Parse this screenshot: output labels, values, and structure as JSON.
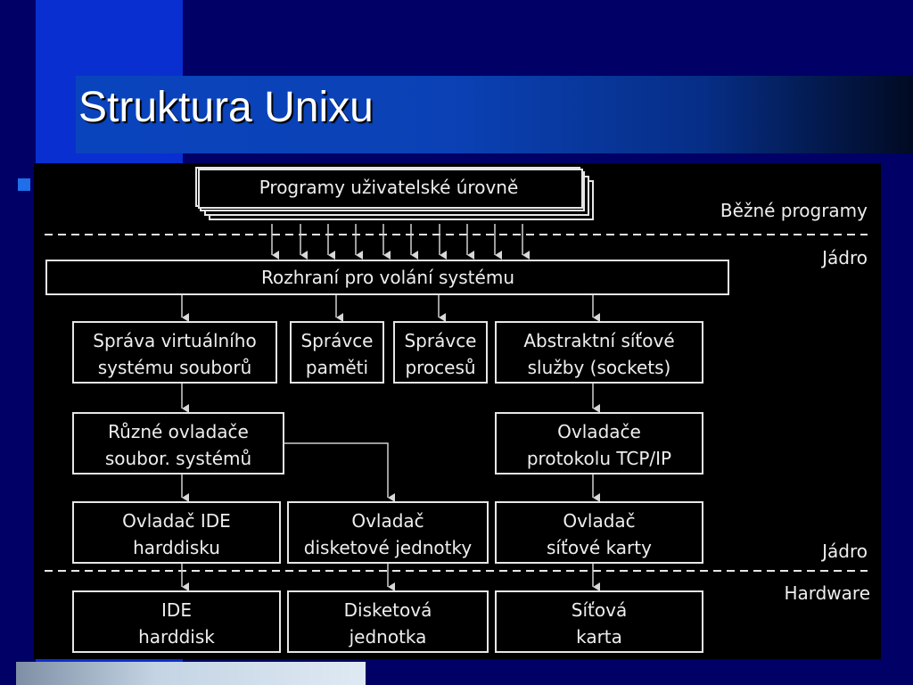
{
  "slide": {
    "title": "Struktura Unixu"
  },
  "diagram": {
    "side_labels": {
      "bezne_programy": "Běžné programy",
      "jadro_top": "Jádro",
      "jadro_bottom": "Jádro",
      "hardware": "Hardware"
    },
    "user_programs": "Programy uživatelské úrovně",
    "syscall_interface": "Rozhraní pro volání systému",
    "vfs": [
      "Správa virtuálního",
      "systému souborů"
    ],
    "memory_manager": [
      "Správce",
      "paměti"
    ],
    "process_manager": [
      "Správce",
      "procesů"
    ],
    "network_services": [
      "Abstraktní síťové",
      "služby (sockets)"
    ],
    "fs_drivers": [
      "Různé ovladače",
      "soubor. systémů"
    ],
    "tcpip_drivers": [
      "Ovladače",
      "protokolu TCP/IP"
    ],
    "ide_driver": [
      "Ovladač IDE",
      "harddisku"
    ],
    "floppy_driver": [
      "Ovladač",
      "disketové jednotky"
    ],
    "nic_driver": [
      "Ovladač",
      "síťové karty"
    ],
    "ide_disk": [
      "IDE",
      "harddisk"
    ],
    "floppy_unit": [
      "Disketová",
      "jednotka"
    ],
    "nic": [
      "Síťová",
      "karta"
    ]
  }
}
